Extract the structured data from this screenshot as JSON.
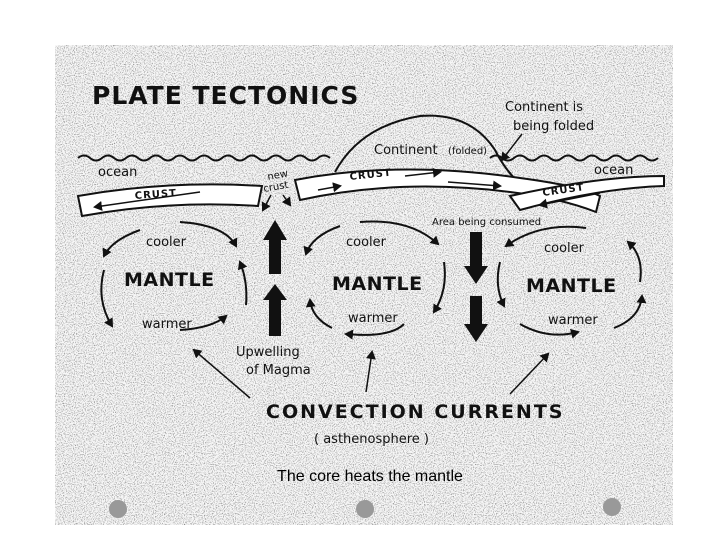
{
  "title": "PLATE TECTONICS",
  "labels": {
    "ocean_left": "ocean",
    "ocean_right": "ocean",
    "crust_left": "CRUST",
    "crust_middle": "CRUST",
    "crust_right": "CRUST",
    "new_crust_line1": "new",
    "new_crust_line2": "crust",
    "continent": "Continent",
    "continent_folded": "(folded)",
    "folded_note_line1": "Continent is",
    "folded_note_line2": "being folded",
    "area_consumed": "Area being consumed",
    "upwelling_line1": "Upwelling",
    "upwelling_line2": "of Magma",
    "convection": "CONVECTION CURRENTS",
    "asthenosphere": "( asthenosphere )"
  },
  "cells": [
    {
      "cooler": "cooler",
      "mantle": "MANTLE",
      "warmer": "warmer"
    },
    {
      "cooler": "cooler",
      "mantle": "MANTLE",
      "warmer": "warmer"
    },
    {
      "cooler": "cooler",
      "mantle": "MANTLE",
      "warmer": "warmer"
    }
  ],
  "caption": "The core heats the mantle"
}
